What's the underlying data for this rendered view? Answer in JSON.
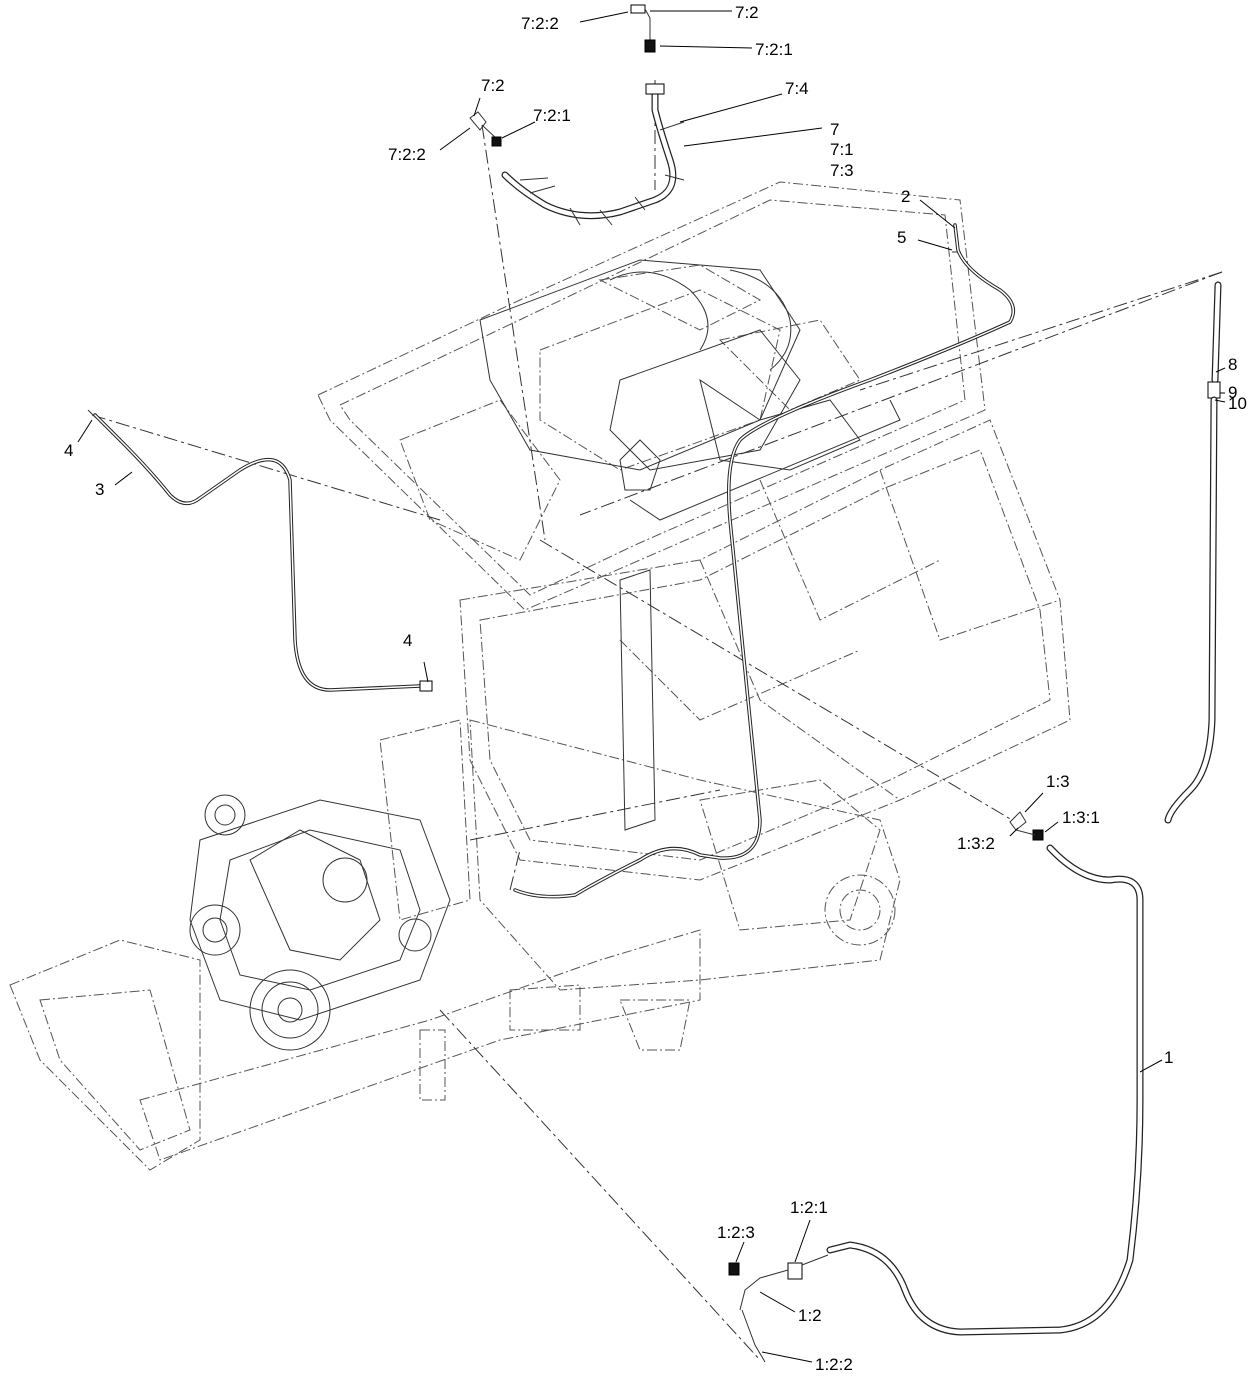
{
  "callouts": [
    {
      "id": "c-7-2-2-top",
      "text": "7:2:2"
    },
    {
      "id": "c-7-2-top",
      "text": "7:2"
    },
    {
      "id": "c-7-2-1-top",
      "text": "7:2:1"
    },
    {
      "id": "c-7-2-left",
      "text": "7:2"
    },
    {
      "id": "c-7-2-1-left",
      "text": "7:2:1"
    },
    {
      "id": "c-7-2-2-left",
      "text": "7:2:2"
    },
    {
      "id": "c-7-4",
      "text": "7:4"
    },
    {
      "id": "c-7",
      "text": "7"
    },
    {
      "id": "c-7-1",
      "text": "7:1"
    },
    {
      "id": "c-7-3",
      "text": "7:3"
    },
    {
      "id": "c-2",
      "text": "2"
    },
    {
      "id": "c-5",
      "text": "5"
    },
    {
      "id": "c-8",
      "text": "8"
    },
    {
      "id": "c-9",
      "text": "9"
    },
    {
      "id": "c-10",
      "text": "10"
    },
    {
      "id": "c-4-top",
      "text": "4"
    },
    {
      "id": "c-3",
      "text": "3"
    },
    {
      "id": "c-4-mid",
      "text": "4"
    },
    {
      "id": "c-1-3",
      "text": "1:3"
    },
    {
      "id": "c-1-3-1",
      "text": "1:3:1"
    },
    {
      "id": "c-1-3-2",
      "text": "1:3:2"
    },
    {
      "id": "c-1",
      "text": "1"
    },
    {
      "id": "c-1-2-1",
      "text": "1:2:1"
    },
    {
      "id": "c-1-2-3",
      "text": "1:2:3"
    },
    {
      "id": "c-1-2",
      "text": "1:2"
    },
    {
      "id": "c-1-2-2",
      "text": "1:2:2"
    }
  ]
}
